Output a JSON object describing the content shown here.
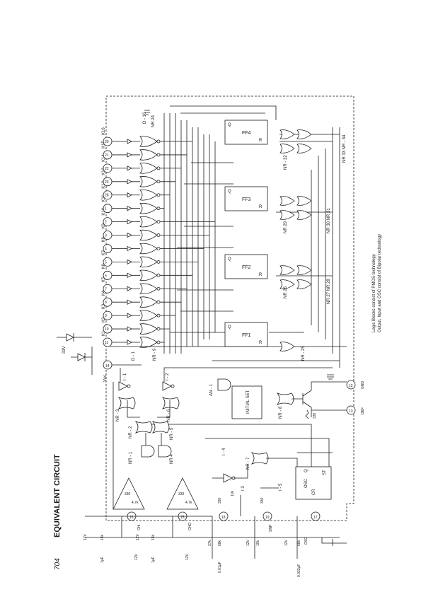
{
  "page": {
    "title": "EQUIVALENT CIRCUIT",
    "corner_mark": "704",
    "note_line1": "Logic Blocks consist of PMOS technology",
    "note_line2": "Output, Input and OSC consist of Bipolar technology"
  },
  "pins": {
    "key_pins": [
      {
        "num": "11",
        "label": "K1"
      },
      {
        "num": "10",
        "label": "K2"
      },
      {
        "num": "9",
        "label": "K3"
      },
      {
        "num": "8",
        "label": "K4"
      },
      {
        "num": "7",
        "label": "K5"
      },
      {
        "num": "6",
        "label": "K6"
      },
      {
        "num": "5",
        "label": "K7"
      },
      {
        "num": "4",
        "label": "K8"
      },
      {
        "num": "3",
        "label": "K9"
      },
      {
        "num": "2",
        "label": "K10"
      },
      {
        "num": "1",
        "label": "K11"
      },
      {
        "num": "28",
        "label": "K12"
      },
      {
        "num": "23",
        "label": "K13"
      },
      {
        "num": "22",
        "label": "K14"
      },
      {
        "num": "21",
        "label": "K15"
      },
      {
        "num": "20",
        "label": "K16"
      }
    ],
    "vcc_pin": {
      "num": "14",
      "label": "Vcc"
    },
    "gnd_pin": {
      "num": "12",
      "label": "GND"
    },
    "def_pin": {
      "num": "13",
      "label": "DEF"
    },
    "pin16": {
      "num": "16",
      "label": "CHi"
    },
    "pin15": {
      "num": "15",
      "label": "CHO"
    },
    "pin18": {
      "num": "18",
      "label": ""
    },
    "pin19": {
      "num": "19",
      "label": "SNP"
    },
    "pin17": {
      "num": "17",
      "label": "OSC"
    }
  },
  "blocks": {
    "ff1": "FF1",
    "ff2": "FF2",
    "ff3": "FF3",
    "ff4": "FF4",
    "q": "Q",
    "qbar": "Q̄",
    "r": "R",
    "initial_set": "INITIAL SET",
    "osc": "OSC",
    "cr": "CR",
    "st": "ST"
  },
  "gate_labels": {
    "d1": "D - 1",
    "d16": "D - 16",
    "nr9": "NR - 9",
    "nr24": "NR  24",
    "nr25": "NR - 25",
    "nr26": "NR  26",
    "nr27": "NR  27  NR  28",
    "nr29": "NR  29",
    "nr30": "NR  30  NR  31",
    "nr32": "NR - 32",
    "nr33": "NR  33  NR - 34",
    "i1": "I - 1",
    "i2": "I - 2",
    "an1": "AN - 1",
    "nr3": "NR - 3",
    "nr6": "NR - 6",
    "nr2": "NR - 2",
    "nr5": "NR - 5",
    "nr1": "NR - 1",
    "nr4": "NR  4",
    "nr7": "NR - 7",
    "nr8": "NR - 8",
    "i4": "I - 4",
    "i3": "I  3",
    "i5": "I - 5"
  },
  "components": {
    "zener": "33V",
    "r330a": "330",
    "r330b": "330",
    "r10k": "10k",
    "r330c": "330",
    "r330d": "330",
    "r10ka": "10k",
    "r10kb": "10k",
    "r12va": "12V",
    "r15ka": "15k",
    "r1uf": "1μF",
    "r12vb": "12V",
    "r12vc": "12V",
    "r15kb": "15k",
    "r1ufb": "1μF",
    "r12vd": "12V",
    "r27k": "27k",
    "r68k": "68k",
    "c001": "0.01μF",
    "r12ve": "12V",
    "r10kc": "10k",
    "r12vf": "12V",
    "r68kb": "68k",
    "c0022": "0.022μF",
    "opamp_a": "4.7k",
    "opamp_b": "4.7k",
    "r330e": "330"
  }
}
